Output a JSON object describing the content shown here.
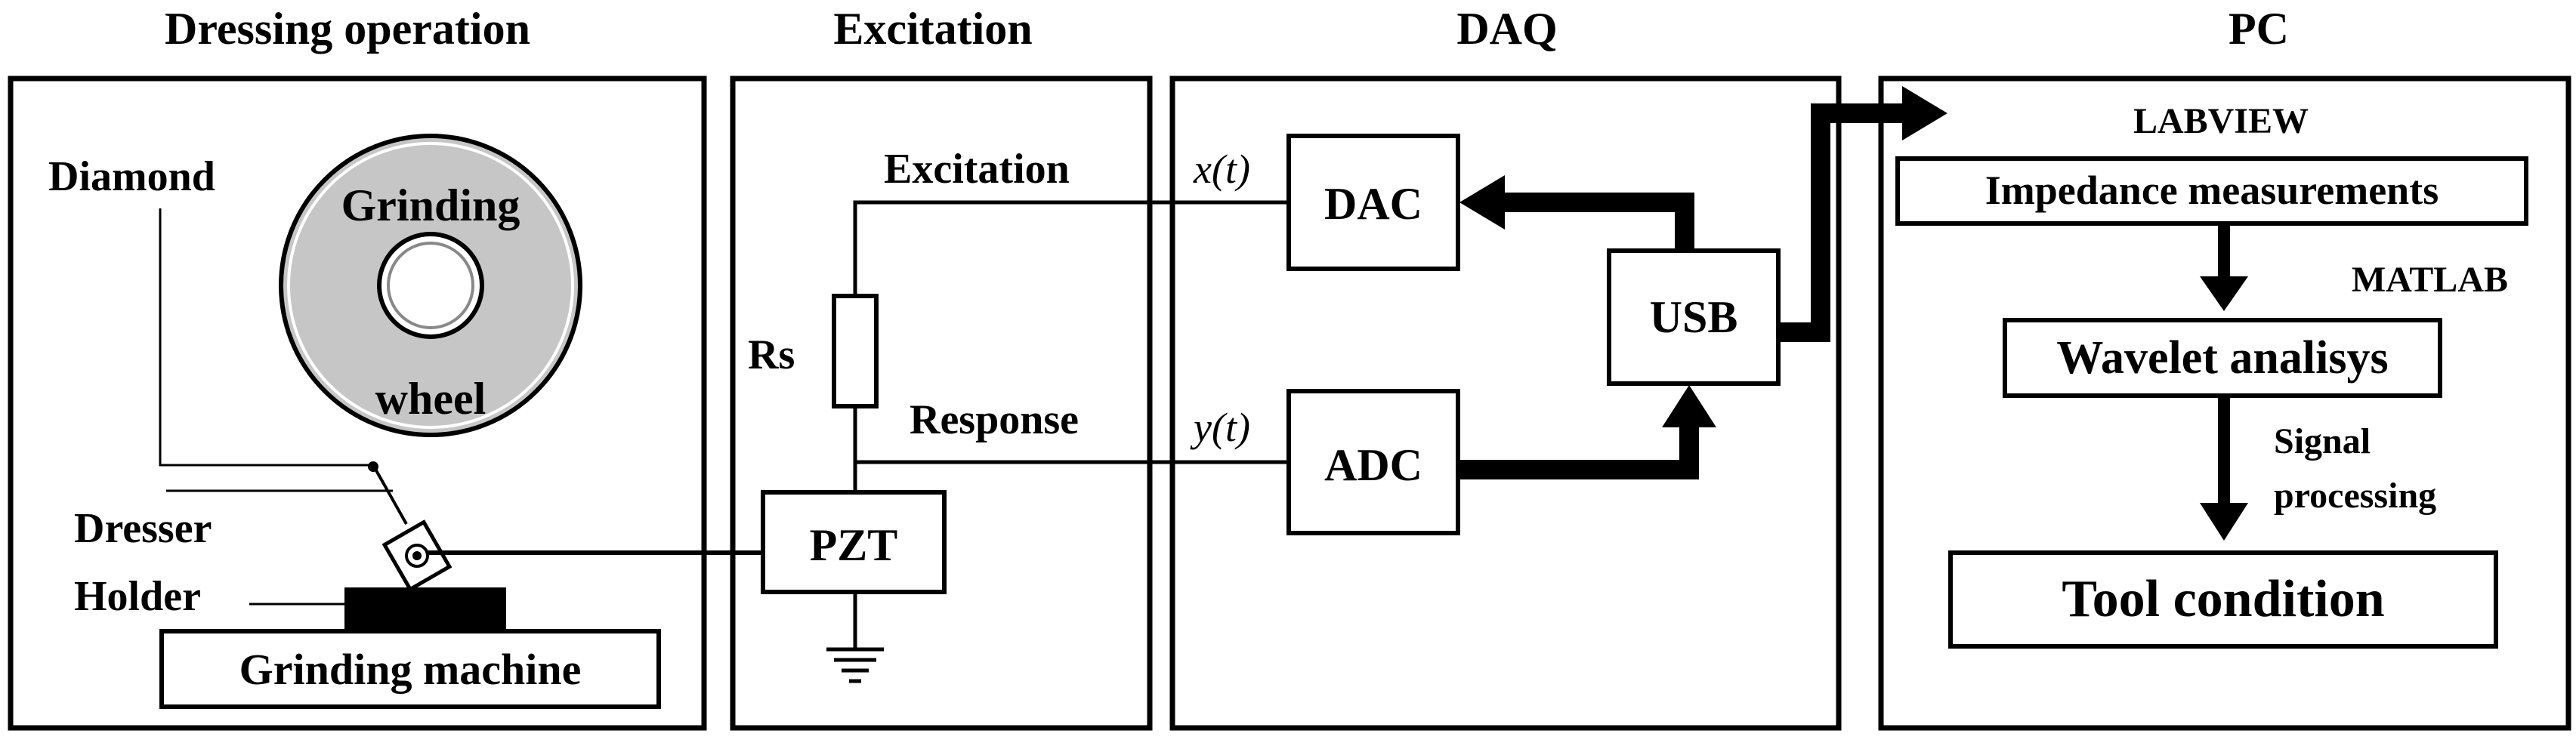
{
  "sections": {
    "dressing": "Dressing operation",
    "excitation": "Excitation",
    "daq": "DAQ",
    "pc": "PC"
  },
  "dressing": {
    "diamond": "Diamond",
    "wheel_top": "Grinding",
    "wheel_bottom": "wheel",
    "dresser": "Dresser",
    "holder": "Holder",
    "machine": "Grinding machine"
  },
  "excitation": {
    "excitation_label": "Excitation",
    "rs": "Rs",
    "response_label": "Response",
    "pzt": "PZT"
  },
  "daq": {
    "xt": "x(t)",
    "yt": "y(t)",
    "dac": "DAC",
    "adc": "ADC",
    "usb": "USB"
  },
  "pc": {
    "labview": "LABVIEW",
    "impedance": "Impedance measurements",
    "matlab": "MATLAB",
    "wavelet": "Wavelet analisys",
    "signal": "Signal",
    "processing": "processing",
    "tool": "Tool condition"
  }
}
